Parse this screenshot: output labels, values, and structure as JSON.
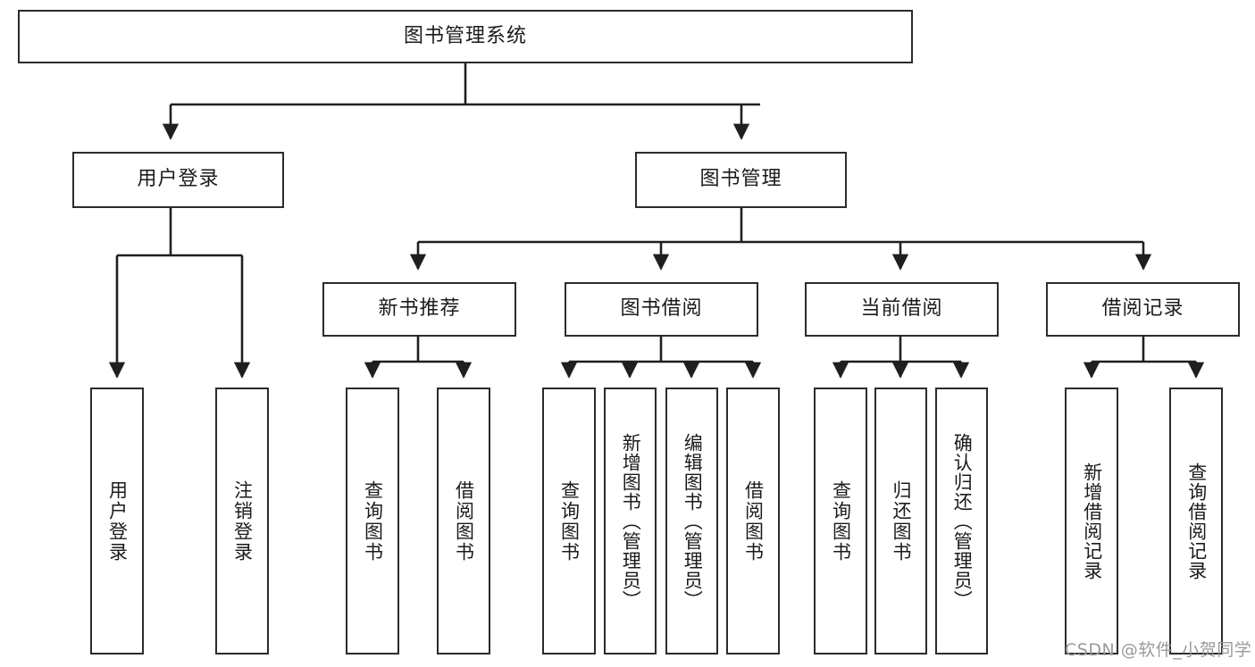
{
  "diagram": {
    "title": "图书管理系统",
    "type": "tree-hierarchy",
    "orientation": "top-down",
    "box_fill": "#ffffff",
    "box_stroke": "#2b2b2b",
    "connector_color": "#1f1f1f"
  },
  "nodes": {
    "root": {
      "label": "图书管理系统"
    },
    "level1": [
      {
        "id": "user-login",
        "label": "用户登录"
      },
      {
        "id": "book-manage",
        "label": "图书管理"
      }
    ],
    "level2": [
      {
        "id": "new-book-recommend",
        "label": "新书推荐"
      },
      {
        "id": "book-borrow",
        "label": "图书借阅"
      },
      {
        "id": "current-borrow",
        "label": "当前借阅"
      },
      {
        "id": "borrow-record",
        "label": "借阅记录"
      }
    ],
    "leaves": [
      {
        "id": "leaf-user-login",
        "label": "用户登录",
        "parent": "user-login"
      },
      {
        "id": "leaf-logout",
        "label": "注销登录",
        "parent": "user-login"
      },
      {
        "id": "leaf-query-book-1",
        "label": "查询图书",
        "parent": "new-book-recommend"
      },
      {
        "id": "leaf-borrow-book-1",
        "label": "借阅图书",
        "parent": "new-book-recommend"
      },
      {
        "id": "leaf-query-book-2",
        "label": "查询图书",
        "parent": "book-borrow"
      },
      {
        "id": "leaf-add-book",
        "label": "新增图书（管理员）",
        "parent": "book-borrow"
      },
      {
        "id": "leaf-edit-book",
        "label": "编辑图书（管理员）",
        "parent": "book-borrow"
      },
      {
        "id": "leaf-borrow-book-2",
        "label": "借阅图书",
        "parent": "book-borrow"
      },
      {
        "id": "leaf-query-book-3",
        "label": "查询图书",
        "parent": "current-borrow"
      },
      {
        "id": "leaf-return-book",
        "label": "归还图书",
        "parent": "current-borrow"
      },
      {
        "id": "leaf-confirm-return",
        "label": "确认归还（管理员）",
        "parent": "current-borrow"
      },
      {
        "id": "leaf-add-record",
        "label": "新增借阅记录",
        "parent": "borrow-record"
      },
      {
        "id": "leaf-query-record",
        "label": "查询借阅记录",
        "parent": "borrow-record"
      }
    ]
  },
  "watermark": {
    "text": "CSDN @软件_小贺同学"
  }
}
